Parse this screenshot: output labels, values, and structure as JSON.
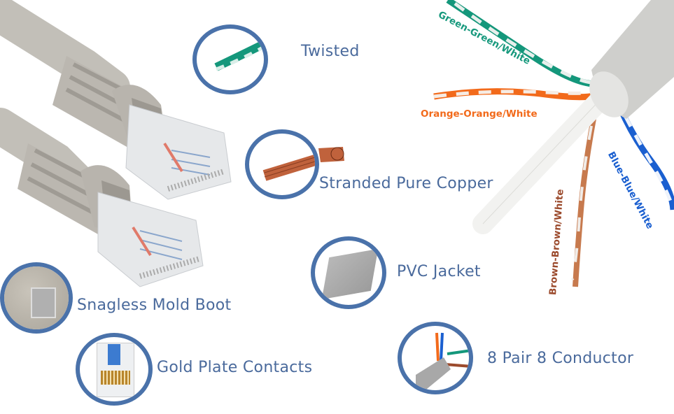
{
  "features": [
    {
      "id": "twisted",
      "label": "Twisted"
    },
    {
      "id": "copper",
      "label": "Stranded Pure Copper"
    },
    {
      "id": "pvc",
      "label": "PVC Jacket"
    },
    {
      "id": "boot",
      "label": "Snagless Mold Boot"
    },
    {
      "id": "contacts",
      "label": "Gold Plate Contacts"
    },
    {
      "id": "conductor",
      "label": "8 Pair 8 Conductor"
    }
  ],
  "wire_labels": [
    {
      "id": "green",
      "label": "Green-Green/White",
      "color": "#17997d"
    },
    {
      "id": "orange",
      "label": "Orange-Orange/White",
      "color": "#f26a1b"
    },
    {
      "id": "brown",
      "label": "Brown-Brown/White",
      "color": "#9b4a2c"
    },
    {
      "id": "blue",
      "label": "Blue-Blue/White",
      "color": "#1a5fd0"
    }
  ],
  "colors": {
    "circle_border": "#4a72aa",
    "label_text": "#4a6a9c",
    "cable_gray": "#c2bfb8"
  }
}
